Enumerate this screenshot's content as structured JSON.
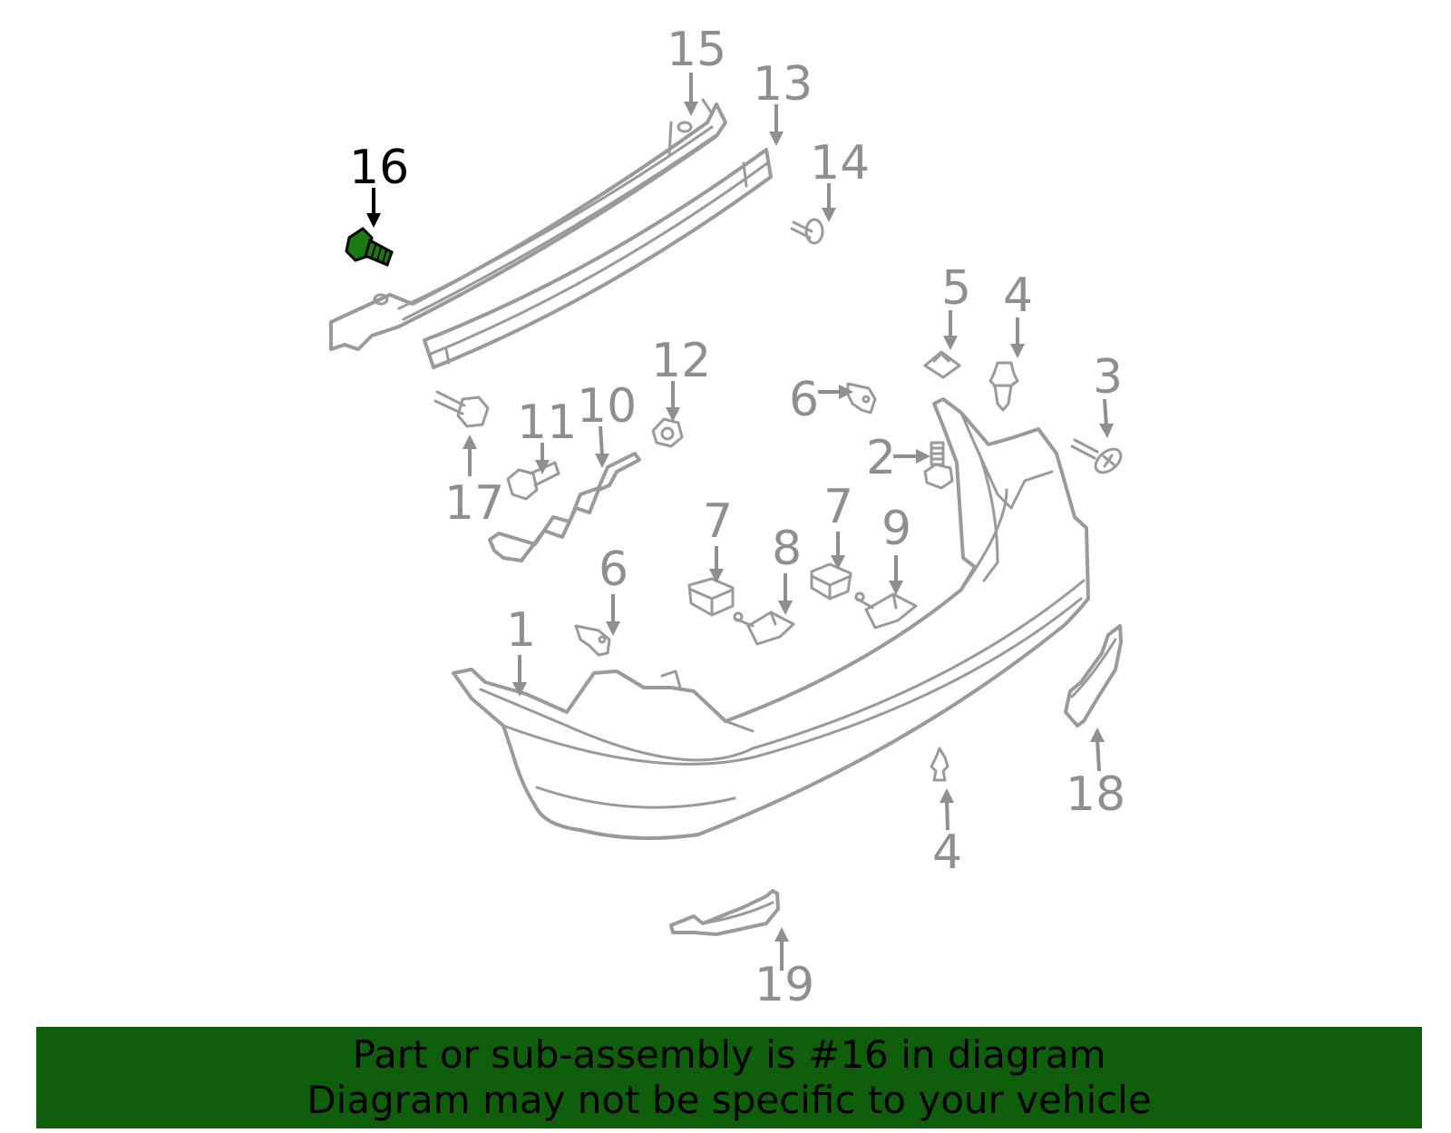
{
  "highlight": {
    "part_number": "16",
    "color": "#1a7a12"
  },
  "callouts": [
    {
      "id": "c15",
      "label": "15"
    },
    {
      "id": "c13",
      "label": "13"
    },
    {
      "id": "c14",
      "label": "14"
    },
    {
      "id": "c16",
      "label": "16"
    },
    {
      "id": "c5",
      "label": "5"
    },
    {
      "id": "c4a",
      "label": "4"
    },
    {
      "id": "c3",
      "label": "3"
    },
    {
      "id": "c12",
      "label": "12"
    },
    {
      "id": "c10",
      "label": "10"
    },
    {
      "id": "c11",
      "label": "11"
    },
    {
      "id": "c17",
      "label": "17"
    },
    {
      "id": "c6a",
      "label": "6"
    },
    {
      "id": "c2",
      "label": "2"
    },
    {
      "id": "c7a",
      "label": "7"
    },
    {
      "id": "c7b",
      "label": "7"
    },
    {
      "id": "c8",
      "label": "8"
    },
    {
      "id": "c9",
      "label": "9"
    },
    {
      "id": "c6b",
      "label": "6"
    },
    {
      "id": "c1",
      "label": "1"
    },
    {
      "id": "c18",
      "label": "18"
    },
    {
      "id": "c4b",
      "label": "4"
    },
    {
      "id": "c19",
      "label": "19"
    }
  ],
  "banner": {
    "line1": "Part or sub-assembly is #16 in diagram",
    "line2": "Diagram may not be specific to your vehicle",
    "background": "#0f5e0b"
  }
}
